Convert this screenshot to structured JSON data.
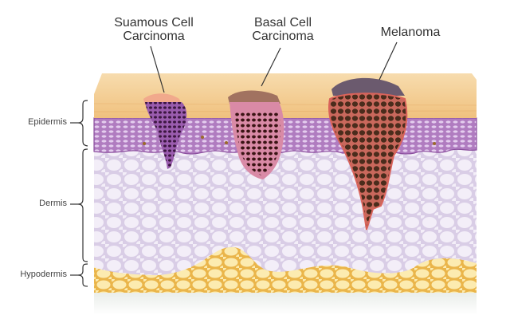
{
  "diagram": {
    "title_labels": [
      {
        "id": "squamous",
        "line1": "Suamous Cell",
        "line2": "Carcinoma"
      },
      {
        "id": "basal",
        "line1": "Basal Cell",
        "line2": "Carcinoma"
      },
      {
        "id": "melanoma",
        "line1": "Melanoma",
        "line2": ""
      }
    ],
    "layers": [
      {
        "name": "Epidermis"
      },
      {
        "name": "Dermis"
      },
      {
        "name": "Hypodermis"
      }
    ],
    "colors": {
      "stratum_corneum": "#f3c88e",
      "epidermis": "#b785c4",
      "dermis": "#e6def0",
      "hypodermis": "#fbe59c",
      "squamous": "#7b3f8f",
      "basal": "#d98aa6",
      "melanoma": "#5a3526"
    }
  }
}
